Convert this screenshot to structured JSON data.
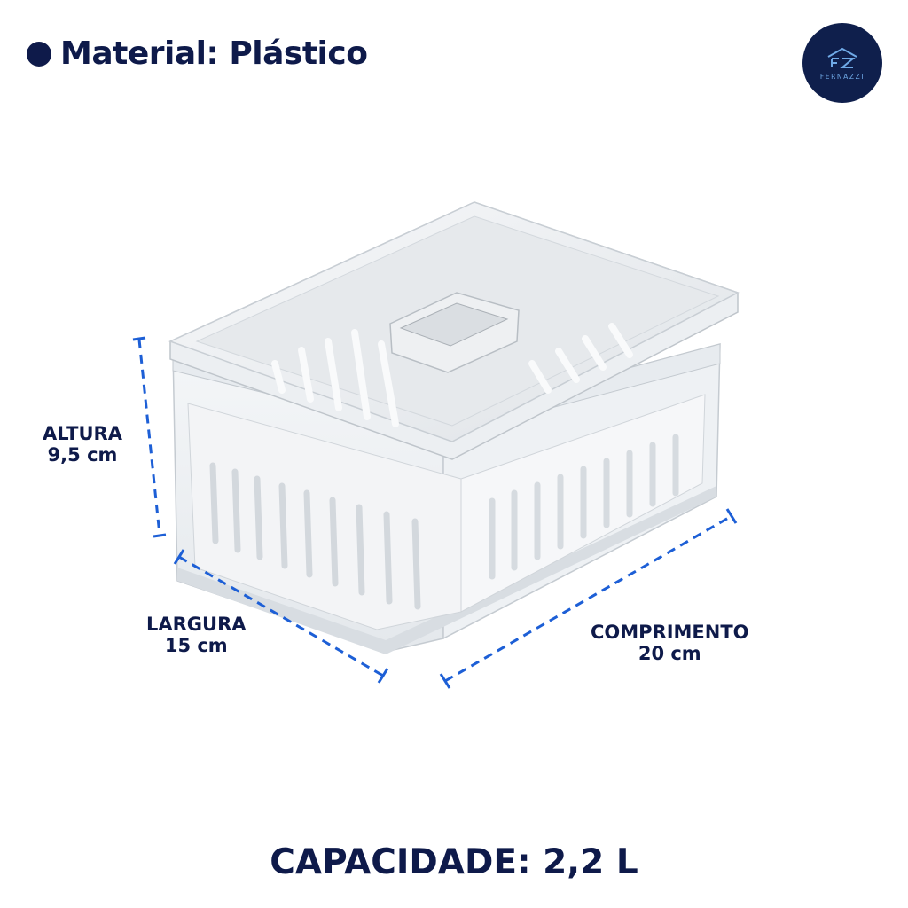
{
  "header": {
    "title": "Material: Plástico"
  },
  "brand": {
    "name": "FERNAZZI",
    "color": "#0f1f4c",
    "accent": "#6fa9e6"
  },
  "dimensions": {
    "height": {
      "label": "ALTURA",
      "value": "9,5 cm"
    },
    "width": {
      "label": "LARGURA",
      "value": "15 cm"
    },
    "length": {
      "label": "COMPRIMENTO",
      "value": "20 cm"
    }
  },
  "capacity": {
    "text": "CAPACIDADE: 2,2 L"
  },
  "colors": {
    "text": "#0e1a4a",
    "dimension_line": "#1d5fd6"
  }
}
